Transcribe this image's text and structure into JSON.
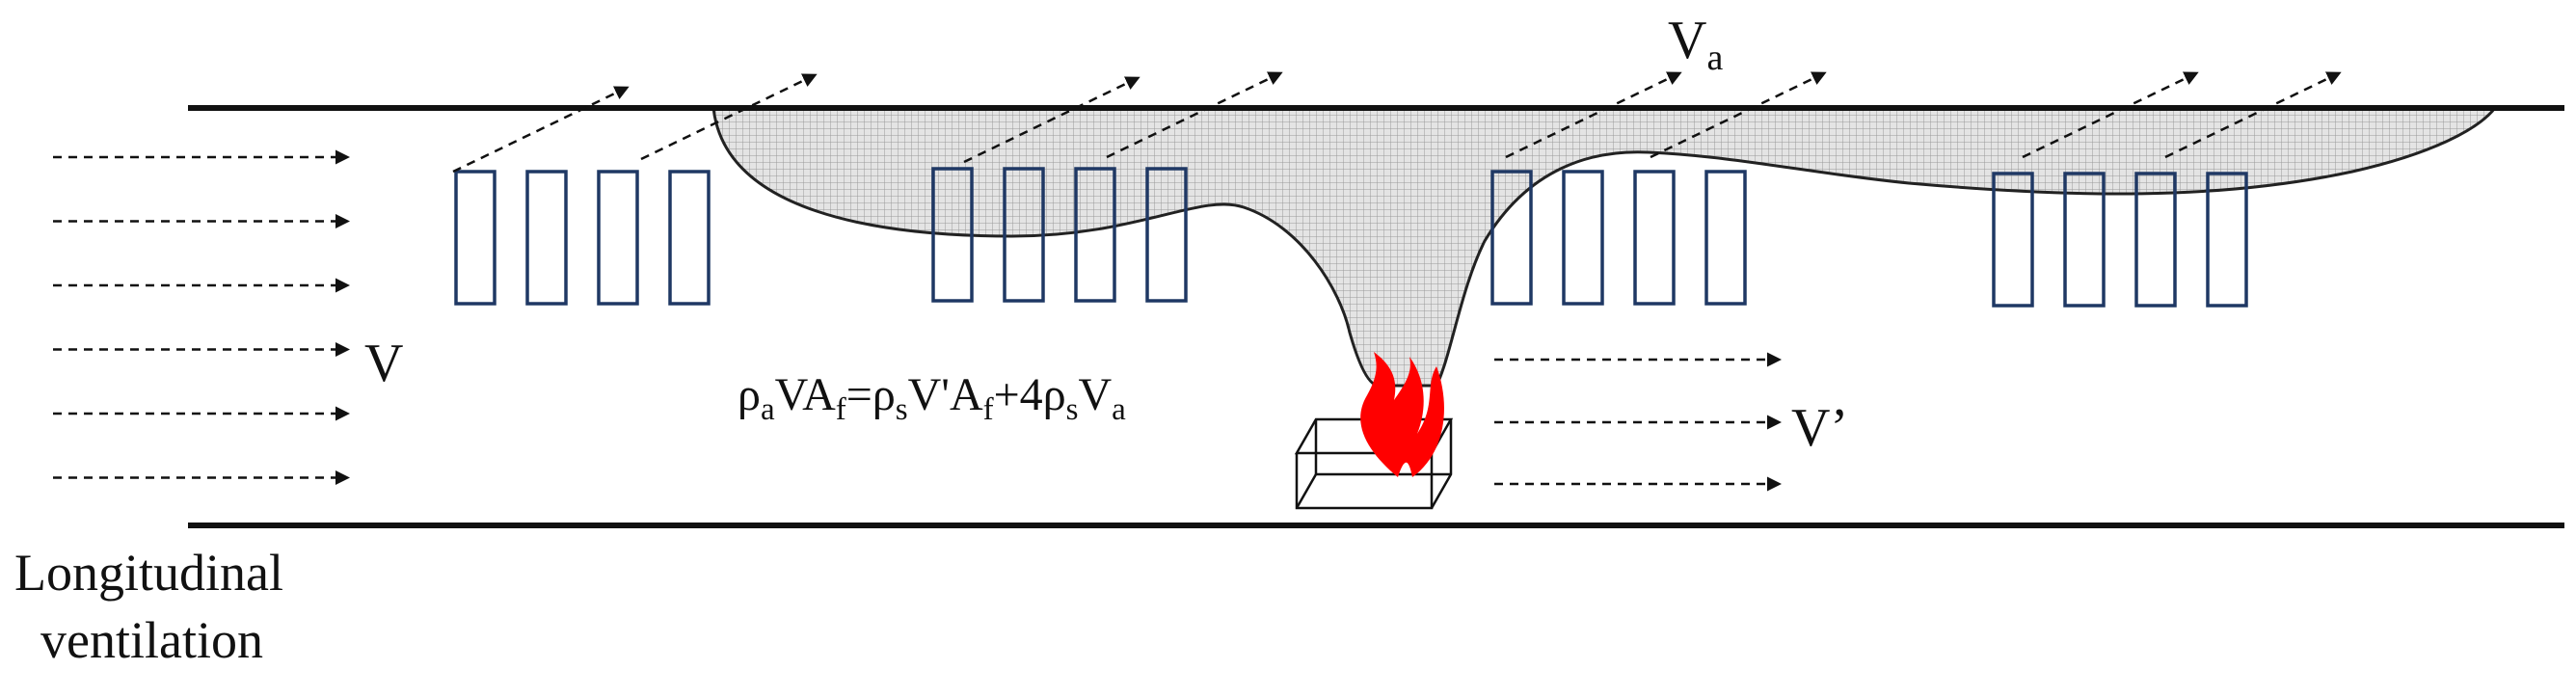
{
  "labels": {
    "upstream_velocity": "V",
    "downstream_velocity": "V’",
    "exhaust_velocity": {
      "main": "V",
      "sub": "a"
    },
    "ventilation_line1": "Longitudinal",
    "ventilation_line2": "ventilation"
  },
  "equation": {
    "rho": "ρ",
    "sub_a": "a",
    "VA": "VA",
    "sub_f": "f",
    "eq": "=",
    "sub_s": "s",
    "Vprime_A": "V'A",
    "plus4": "+4",
    "V": "V"
  },
  "colors": {
    "line": "#111111",
    "vent": "#1f3864",
    "smoke_fill": "#e0e0e0",
    "smoke_grid": "#9a9a9a",
    "flame": "#ff0000"
  },
  "counts": {
    "vent_groups": 4,
    "vents_per_group": 4,
    "upstream_arrows": 6,
    "downstream_arrows": 3
  }
}
